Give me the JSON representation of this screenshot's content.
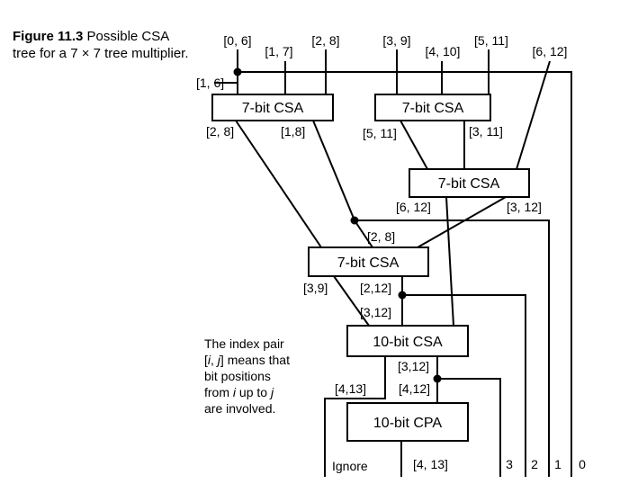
{
  "caption": {
    "figure_number": "Figure 11.3",
    "text": "Possible CSA tree for a 7 × 7 tree multiplier."
  },
  "note": {
    "line1": "The index pair",
    "line2_pre": "[",
    "line2_i": "i",
    "line2_mid": ", ",
    "line2_j": "j",
    "line2_post": "] means that",
    "line3": "bit positions",
    "line4_pre": "from ",
    "line4_i": "i",
    "line4_mid": " up to ",
    "line4_j": "j",
    "line5": "are involved."
  },
  "diagram": {
    "inputs": [
      "[0, 6]",
      "[1, 7]",
      "[2, 8]",
      "[3, 9]",
      "[4, 10]",
      "[5, 11]",
      "[6, 12]",
      "[1, 6]"
    ],
    "blocks": {
      "csa1": "7-bit  CSA",
      "csa2": "7-bit CSA",
      "csa3": "7-bit CSA",
      "csa4": "7-bit CSA",
      "csa5": "10-bit CSA",
      "cpa": "10-bit CPA"
    },
    "edge_labels": {
      "csa1_out_a": "[2, 8]",
      "csa1_out_b": "[1,8]",
      "csa2_out_a": "[5, 11]",
      "csa2_out_b": "[3, 11]",
      "csa3_out_a": "[6, 12]",
      "csa3_out_b": "[3, 12]",
      "shift_2_8": "[2, 8]",
      "csa4_out_a": "[3,9]",
      "csa4_out_b": "[2,12]",
      "csa5_in": "[3,12]",
      "csa5_out_a": "[3,12]",
      "csa5_out_b": "[4,13]",
      "csa5_out_c": "[4,12]",
      "ignore": "Ignore",
      "result": "[4, 13]"
    },
    "bit_outputs": [
      "3",
      "2",
      "1",
      "0"
    ]
  }
}
